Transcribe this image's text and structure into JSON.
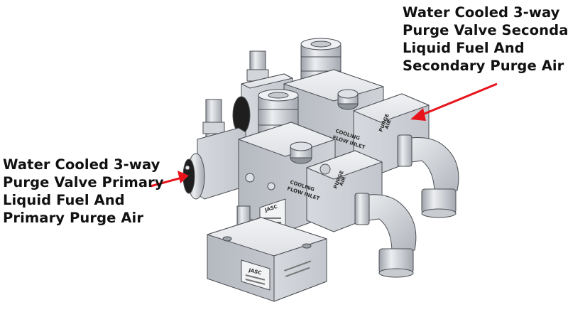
{
  "callouts": {
    "secondary": {
      "lines": [
        "Water Cooled 3-way",
        "Purge Valve Secondary",
        "Liquid Fuel And",
        "Secondary Purge Air"
      ]
    },
    "primary": {
      "lines": [
        "Water Cooled 3-way",
        "Purge Valve Primary",
        "Liquid Fuel And",
        "Primary Purge Air"
      ]
    }
  },
  "labels": {
    "cooling_flow_inlet_back": [
      "COOLING",
      "FLOW INLET"
    ],
    "cooling_flow_inlet_front": [
      "COOLING",
      "FLOW INLET"
    ],
    "purge_air_back": [
      "PURGE",
      "AIR"
    ],
    "purge_air_front": [
      "PURGE",
      "AIR"
    ],
    "brand": "JASC"
  },
  "colors": {
    "arrow": "#e8141c",
    "metal_light": "#e4e6ea",
    "metal_mid": "#c9ccd2",
    "metal_dark": "#a2a6ae",
    "black_part": "#1e1e1e"
  }
}
